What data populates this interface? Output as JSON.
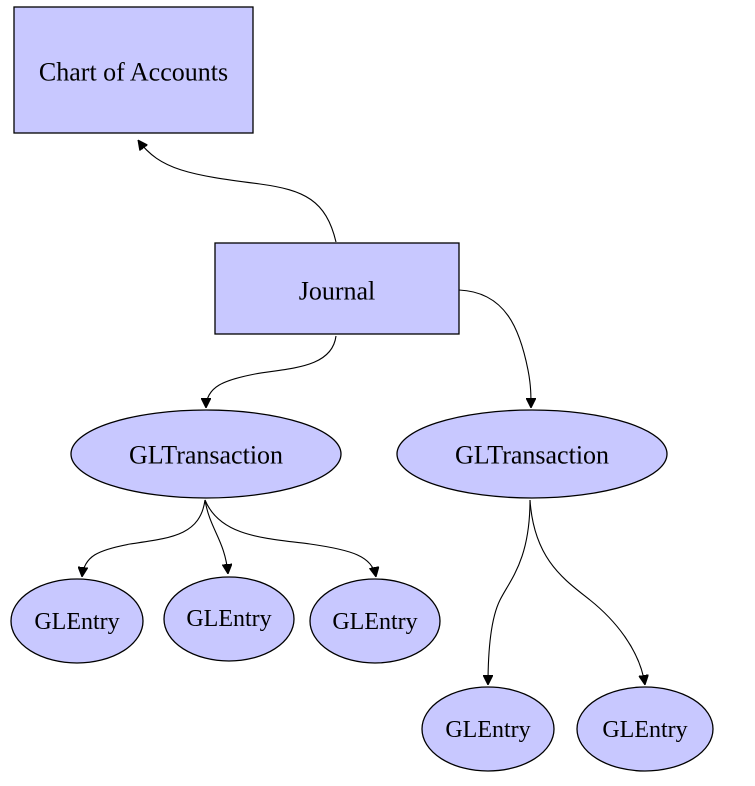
{
  "colors": {
    "node_fill": "#c8c8ff",
    "stroke": "#000000",
    "background": "#ffffff"
  },
  "nodes": {
    "chart_of_accounts": {
      "label": "Chart of Accounts",
      "shape": "box"
    },
    "journal": {
      "label": "Journal",
      "shape": "box"
    },
    "gltransaction_1": {
      "label": "GLTransaction",
      "shape": "ellipse"
    },
    "gltransaction_2": {
      "label": "GLTransaction",
      "shape": "ellipse"
    },
    "glentry_1": {
      "label": "GLEntry",
      "shape": "ellipse"
    },
    "glentry_2": {
      "label": "GLEntry",
      "shape": "ellipse"
    },
    "glentry_3": {
      "label": "GLEntry",
      "shape": "ellipse"
    },
    "glentry_4": {
      "label": "GLEntry",
      "shape": "ellipse"
    },
    "glentry_5": {
      "label": "GLEntry",
      "shape": "ellipse"
    }
  },
  "edges": [
    {
      "from": "journal",
      "to": "chart_of_accounts"
    },
    {
      "from": "journal",
      "to": "gltransaction_1"
    },
    {
      "from": "journal",
      "to": "gltransaction_2"
    },
    {
      "from": "gltransaction_1",
      "to": "glentry_1"
    },
    {
      "from": "gltransaction_1",
      "to": "glentry_2"
    },
    {
      "from": "gltransaction_1",
      "to": "glentry_3"
    },
    {
      "from": "gltransaction_2",
      "to": "glentry_4"
    },
    {
      "from": "gltransaction_2",
      "to": "glentry_5"
    }
  ]
}
